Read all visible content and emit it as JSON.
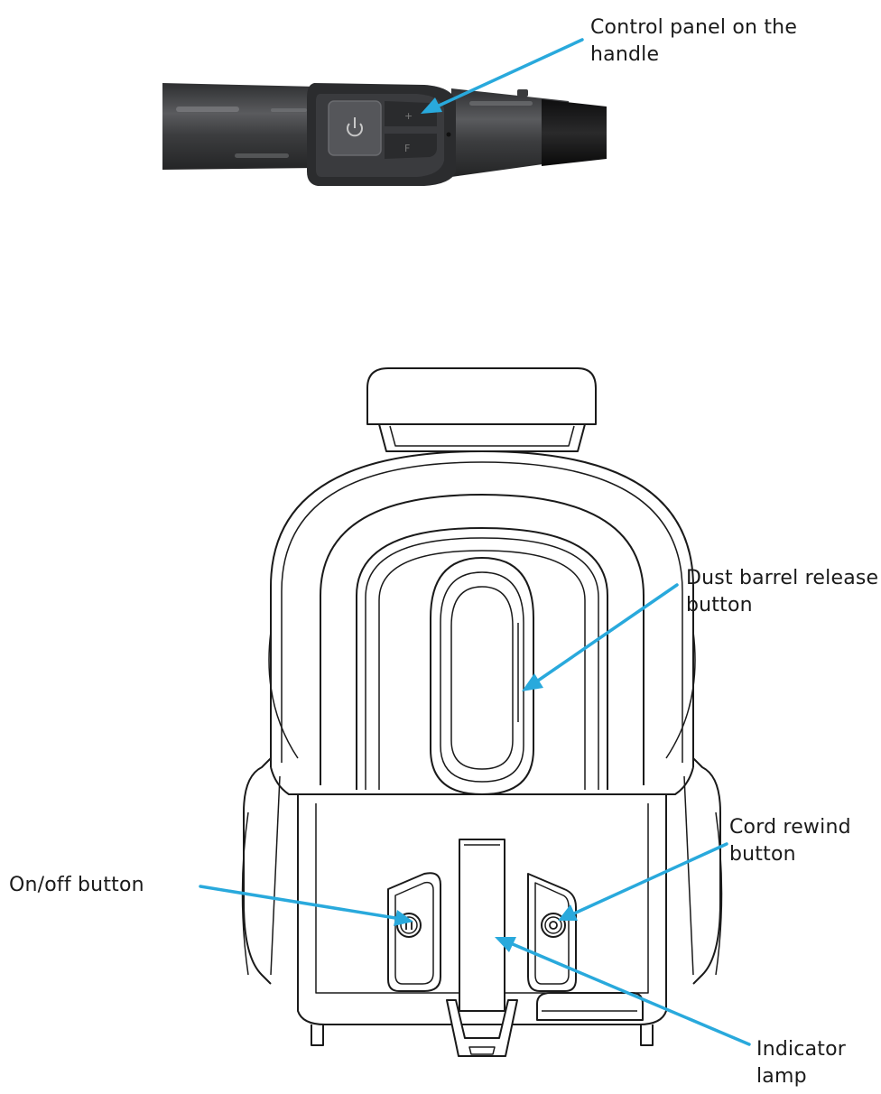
{
  "colors": {
    "arrow": "#29a9dc",
    "outline": "#1a1a1a",
    "handle_dark": "#3a3b3d",
    "handle_mid": "#505154",
    "panel": "#2a2b2d"
  },
  "labels": {
    "control_panel": {
      "line1": "Control panel on the",
      "line2": "handle"
    },
    "dust_barrel": {
      "line1": "Dust barrel release",
      "line2": "button"
    },
    "cord_rewind": {
      "line1": "Cord rewind",
      "line2": "button"
    },
    "on_off": {
      "line1": "On/off button"
    },
    "indicator": {
      "line1": "Indicator",
      "line2": "lamp"
    }
  },
  "icons": {
    "handle_power": "power-icon",
    "base_power": "power-icon",
    "cord_rewind": "cord-rewind-icon"
  }
}
